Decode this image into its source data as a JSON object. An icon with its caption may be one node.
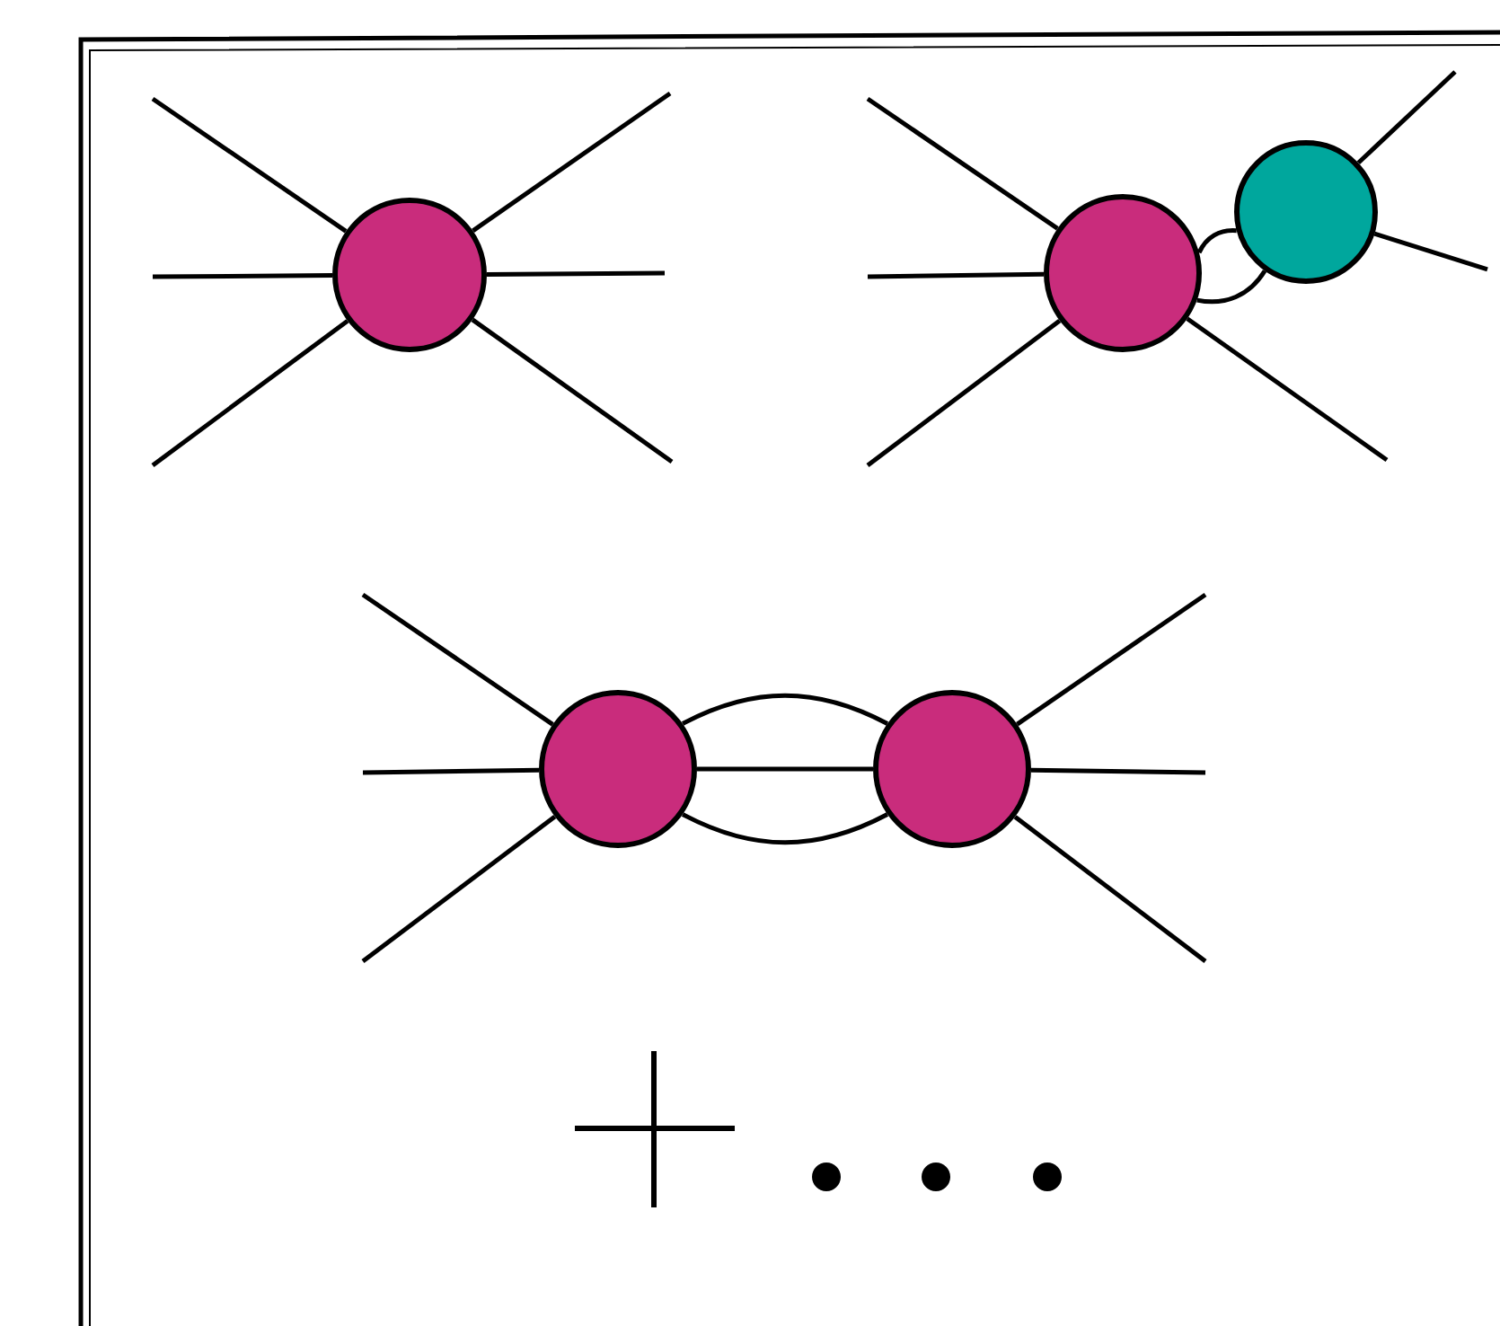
{
  "diagram": {
    "nodes": [
      {
        "text": [],
        "shape": "circle"
      },
      {
        "text": [],
        "shape": "circle"
      },
      {
        "text": [],
        "shape": "circle"
      },
      {
        "text": [],
        "shape": "circle"
      },
      {
        "text": [],
        "shape": "circle"
      }
    ],
    "edges": [
      {
        "from": 0,
        "to": null,
        "arrow": "none"
      },
      {
        "from": 0,
        "to": null,
        "arrow": "none"
      },
      {
        "from": 0,
        "to": null,
        "arrow": "none"
      },
      {
        "from": 0,
        "to": null,
        "arrow": "none"
      },
      {
        "from": 0,
        "to": null,
        "arrow": "none"
      },
      {
        "from": 0,
        "to": null,
        "arrow": "none"
      },
      {
        "from": 1,
        "to": null,
        "arrow": "none"
      },
      {
        "from": 1,
        "to": null,
        "arrow": "none"
      },
      {
        "from": 1,
        "to": null,
        "arrow": "none"
      },
      {
        "from": 1,
        "to": null,
        "arrow": "none"
      },
      {
        "from": 1,
        "to": 2,
        "arrow": "none"
      },
      {
        "from": 1,
        "to": 2,
        "arrow": "none"
      },
      {
        "from": 2,
        "to": null,
        "arrow": "none"
      },
      {
        "from": 2,
        "to": null,
        "arrow": "none"
      },
      {
        "from": 3,
        "to": null,
        "arrow": "none"
      },
      {
        "from": 3,
        "to": null,
        "arrow": "none"
      },
      {
        "from": 3,
        "to": null,
        "arrow": "none"
      },
      {
        "from": 3,
        "to": 4,
        "arrow": "none"
      },
      {
        "from": 3,
        "to": 4,
        "arrow": "none"
      },
      {
        "from": 3,
        "to": 4,
        "arrow": "none"
      },
      {
        "from": 4,
        "to": null,
        "arrow": "none"
      },
      {
        "from": 4,
        "to": null,
        "arrow": "none"
      },
      {
        "from": 4,
        "to": null,
        "arrow": "none"
      }
    ]
  }
}
